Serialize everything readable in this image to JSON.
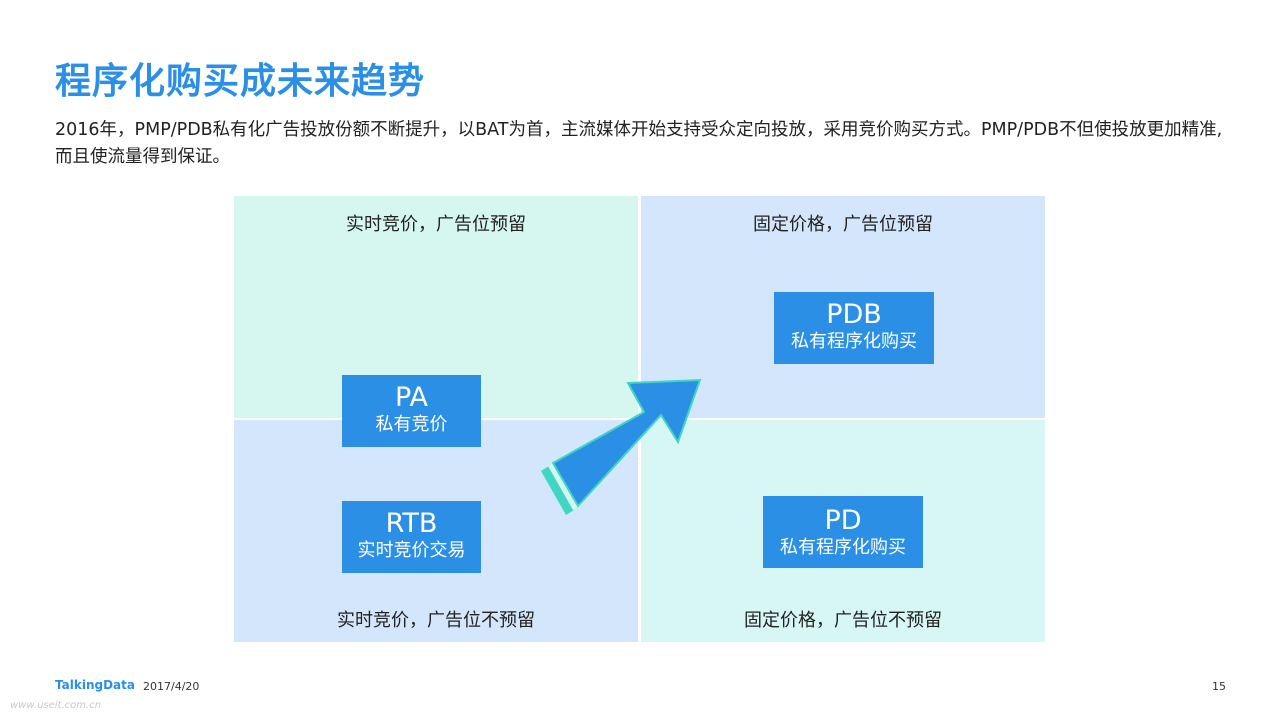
{
  "title": "程序化购买成未来趋势",
  "description": "2016年，PMP/PDB私有化广告投放份额不断提升，以BAT为首，主流媒体开始支持受众定向投放，采用竞价购买方式。PMP/PDB不但使投放更加精准,而且使流量得到保证。",
  "quadrants": {
    "top_left": "实时竞价，广告位预留",
    "top_right": "固定价格，广告位预留",
    "bottom_left": "实时竞价，广告位不预留",
    "bottom_right": "固定价格，广告位不预留"
  },
  "boxes": {
    "pdb": {
      "name": "PDB",
      "desc": "私有程序化购买"
    },
    "pa": {
      "name": "PA",
      "desc": "私有竞价"
    },
    "rtb": {
      "name": "RTB",
      "desc": "实时竞价交易"
    },
    "pd": {
      "name": "PD",
      "desc": "私有程序化购买"
    }
  },
  "footer": {
    "logo": "TalkingData",
    "date": "2017/4/20",
    "page": "15",
    "watermark": "www.useit.com.cn"
  },
  "colors": {
    "accent": "#2b8fe6",
    "quad_green": "#d6f7ef",
    "quad_blue": "#d4e6fb"
  }
}
